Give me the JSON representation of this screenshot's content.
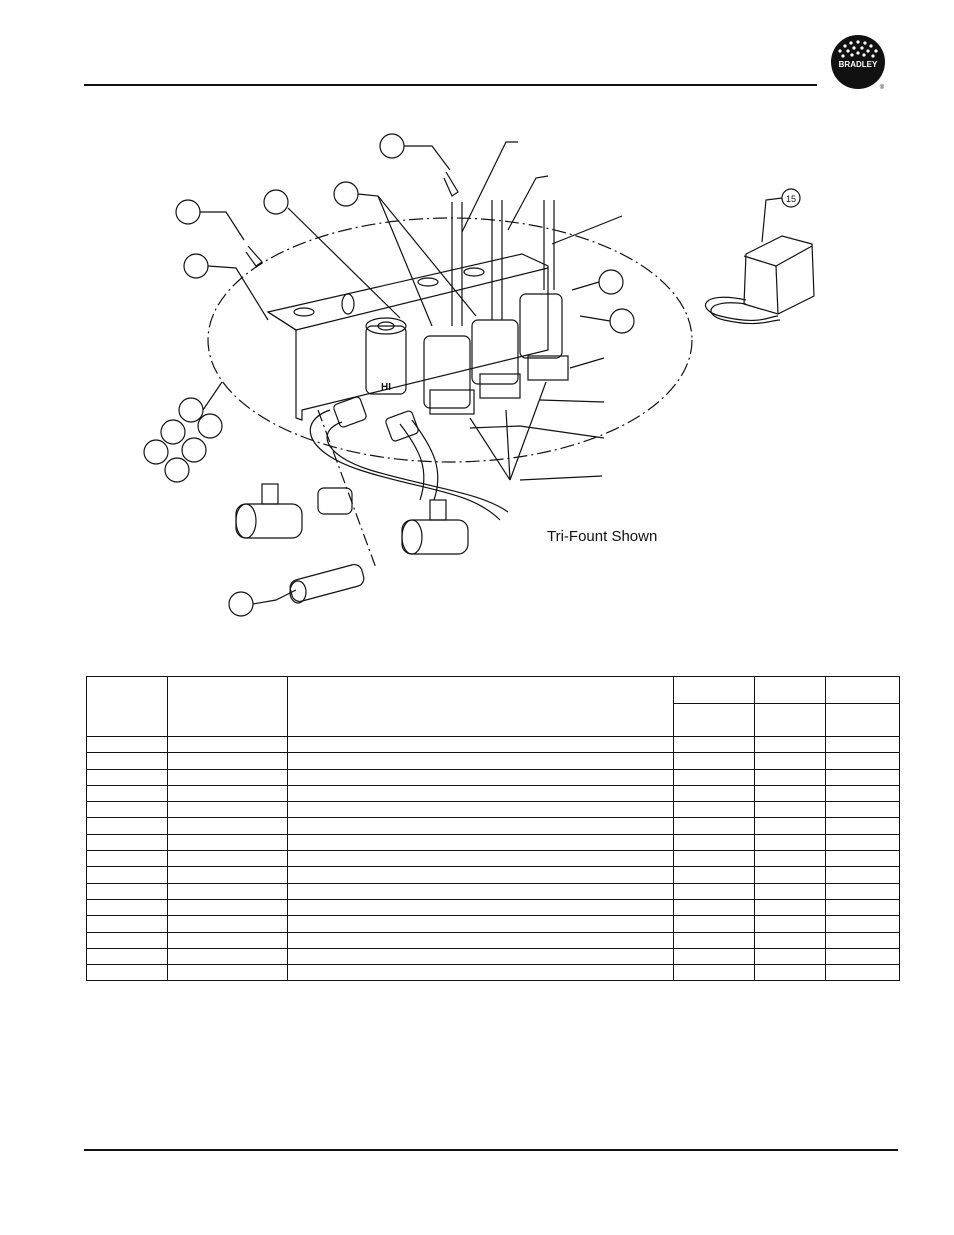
{
  "logo": {
    "icon": "bradley-logo-icon",
    "text": "BRADLEY",
    "mark": "®"
  },
  "diagram": {
    "callout_15": "15",
    "caption": "Tri-Fount Shown"
  },
  "colors": {
    "ink": "#111111",
    "paper": "#ffffff"
  },
  "table": {
    "row_count": 15
  }
}
